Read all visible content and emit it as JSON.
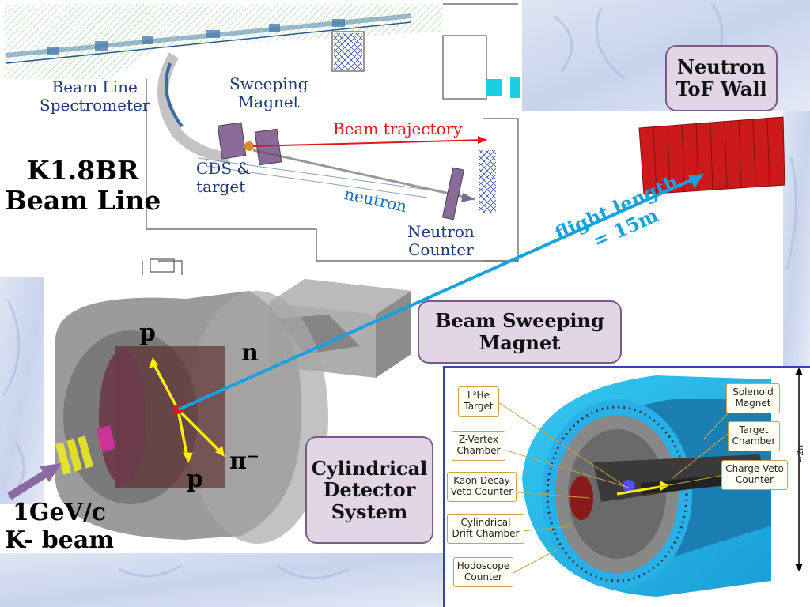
{
  "labels": {
    "beam_line_spectrometer": [
      "Beam Line",
      "Spectrometer"
    ],
    "sweeping_magnet": [
      "Sweeping",
      "Magnet"
    ],
    "beam_trajectory": "Beam trajectory",
    "cds_target": [
      "CDS &",
      "target"
    ],
    "neutron": "neutron",
    "neutron_counter": [
      "Neutron",
      "Counter"
    ],
    "k18br_title": [
      "K1.8BR",
      "Beam Line"
    ],
    "flight_length": [
      "flight length",
      "= 15m"
    ],
    "particle_p_top": "p",
    "particle_n": "n",
    "particle_pi": "π⁻",
    "particle_p_bottom": "p",
    "k_beam": [
      "1GeV/c",
      "K- beam"
    ],
    "scale_2m": "~2m"
  },
  "boxes": {
    "neutron_tof_wall": [
      "Neutron",
      "ToF Wall"
    ],
    "beam_sweeping_magnet": [
      "Beam Sweeping",
      "Magnet"
    ],
    "cylindrical_detector_system": [
      "Cylindrical",
      "Detector",
      "System"
    ]
  },
  "callouts": {
    "l3he_target": [
      "L³He",
      "Target"
    ],
    "z_vertex_chamber": [
      "Z-Vertex",
      "Chamber"
    ],
    "kaon_decay_veto": [
      "Kaon Decay",
      "Veto Counter"
    ],
    "cylindrical_drift_chamber": [
      "Cylindrical",
      "Drift Chamber"
    ],
    "hodoscope_counter": [
      "Hodoscope",
      "Counter"
    ],
    "solenoid_magnet": [
      "Solenoid",
      "Magnet"
    ],
    "target_chamber": [
      "Target",
      "Chamber"
    ],
    "charge_veto_counter": [
      "Charge Veto",
      "Counter"
    ]
  },
  "colors": {
    "label_blue": "#1f3a7a",
    "trajectory_red": "#e01818",
    "neutron_blue": "#1a6fc0",
    "flight_blue": "#1aa0e0",
    "box_fill": "#e2d6e6",
    "box_border": "#7a5a88",
    "tof_red": "#cc1a1a"
  }
}
